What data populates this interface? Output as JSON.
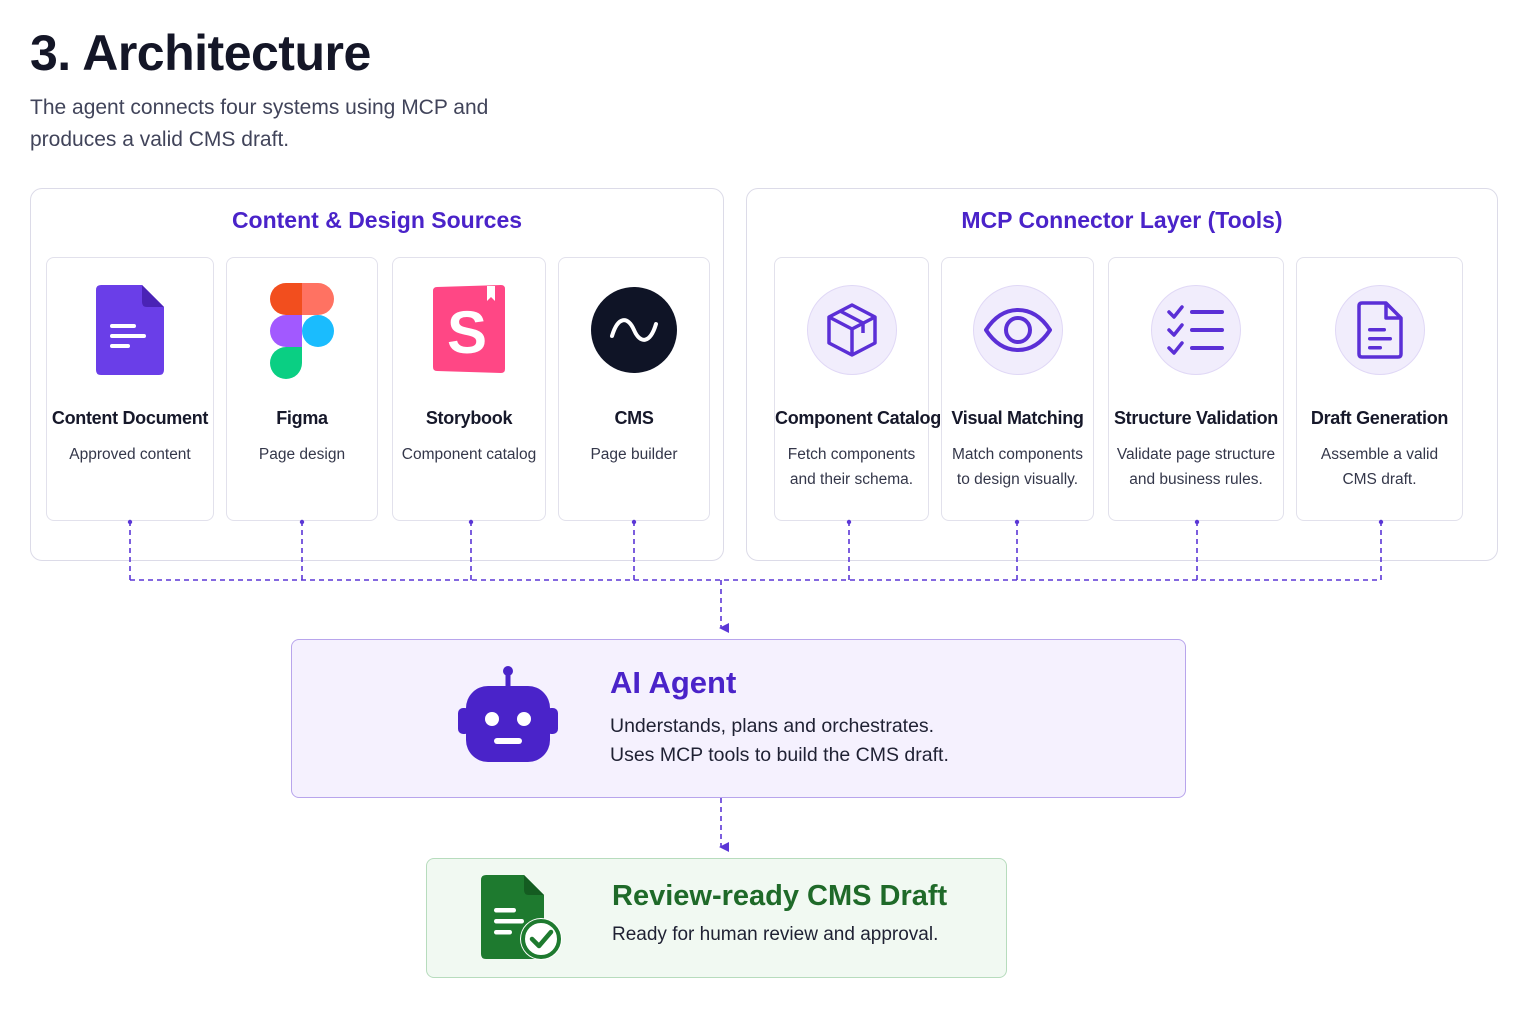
{
  "header": {
    "title": "3. Architecture",
    "subtitle": "The agent connects four systems using MCP and produces a valid CMS draft."
  },
  "sources": {
    "title": "Content & Design Sources",
    "items": [
      {
        "title": "Content Document",
        "desc": "Approved content",
        "icon": "document-icon"
      },
      {
        "title": "Figma",
        "desc": "Page design",
        "icon": "figma-logo-icon"
      },
      {
        "title": "Storybook",
        "desc": "Component catalog",
        "icon": "storybook-logo-icon"
      },
      {
        "title": "CMS",
        "desc": "Page builder",
        "icon": "cms-wave-icon"
      }
    ]
  },
  "tools": {
    "title": "MCP Connector Layer (Tools)",
    "items": [
      {
        "title": "Component Catalog",
        "desc": "Fetch components and their schema.",
        "icon": "cube-icon"
      },
      {
        "title": "Visual Matching",
        "desc": "Match components to design visually.",
        "icon": "eye-icon"
      },
      {
        "title": "Structure Validation",
        "desc": "Validate page structure and business rules.",
        "icon": "checklist-icon"
      },
      {
        "title": "Draft Generation",
        "desc": "Assemble a valid CMS draft.",
        "icon": "file-text-icon"
      }
    ]
  },
  "agent": {
    "title": "AI Agent",
    "line1": "Understands, plans and orchestrates.",
    "line2": "Uses MCP tools to build the CMS draft.",
    "icon": "robot-icon"
  },
  "output": {
    "title": "Review-ready CMS Draft",
    "desc": "Ready for human review and approval.",
    "icon": "document-check-icon"
  },
  "colors": {
    "accent": "#4a23c9",
    "icon_purple": "#6a3ee8",
    "agent_fill": "#f5f1fe",
    "draft_green": "#1f6a29",
    "draft_fill": "#f1f9f2",
    "connector": "#5b37d6"
  }
}
